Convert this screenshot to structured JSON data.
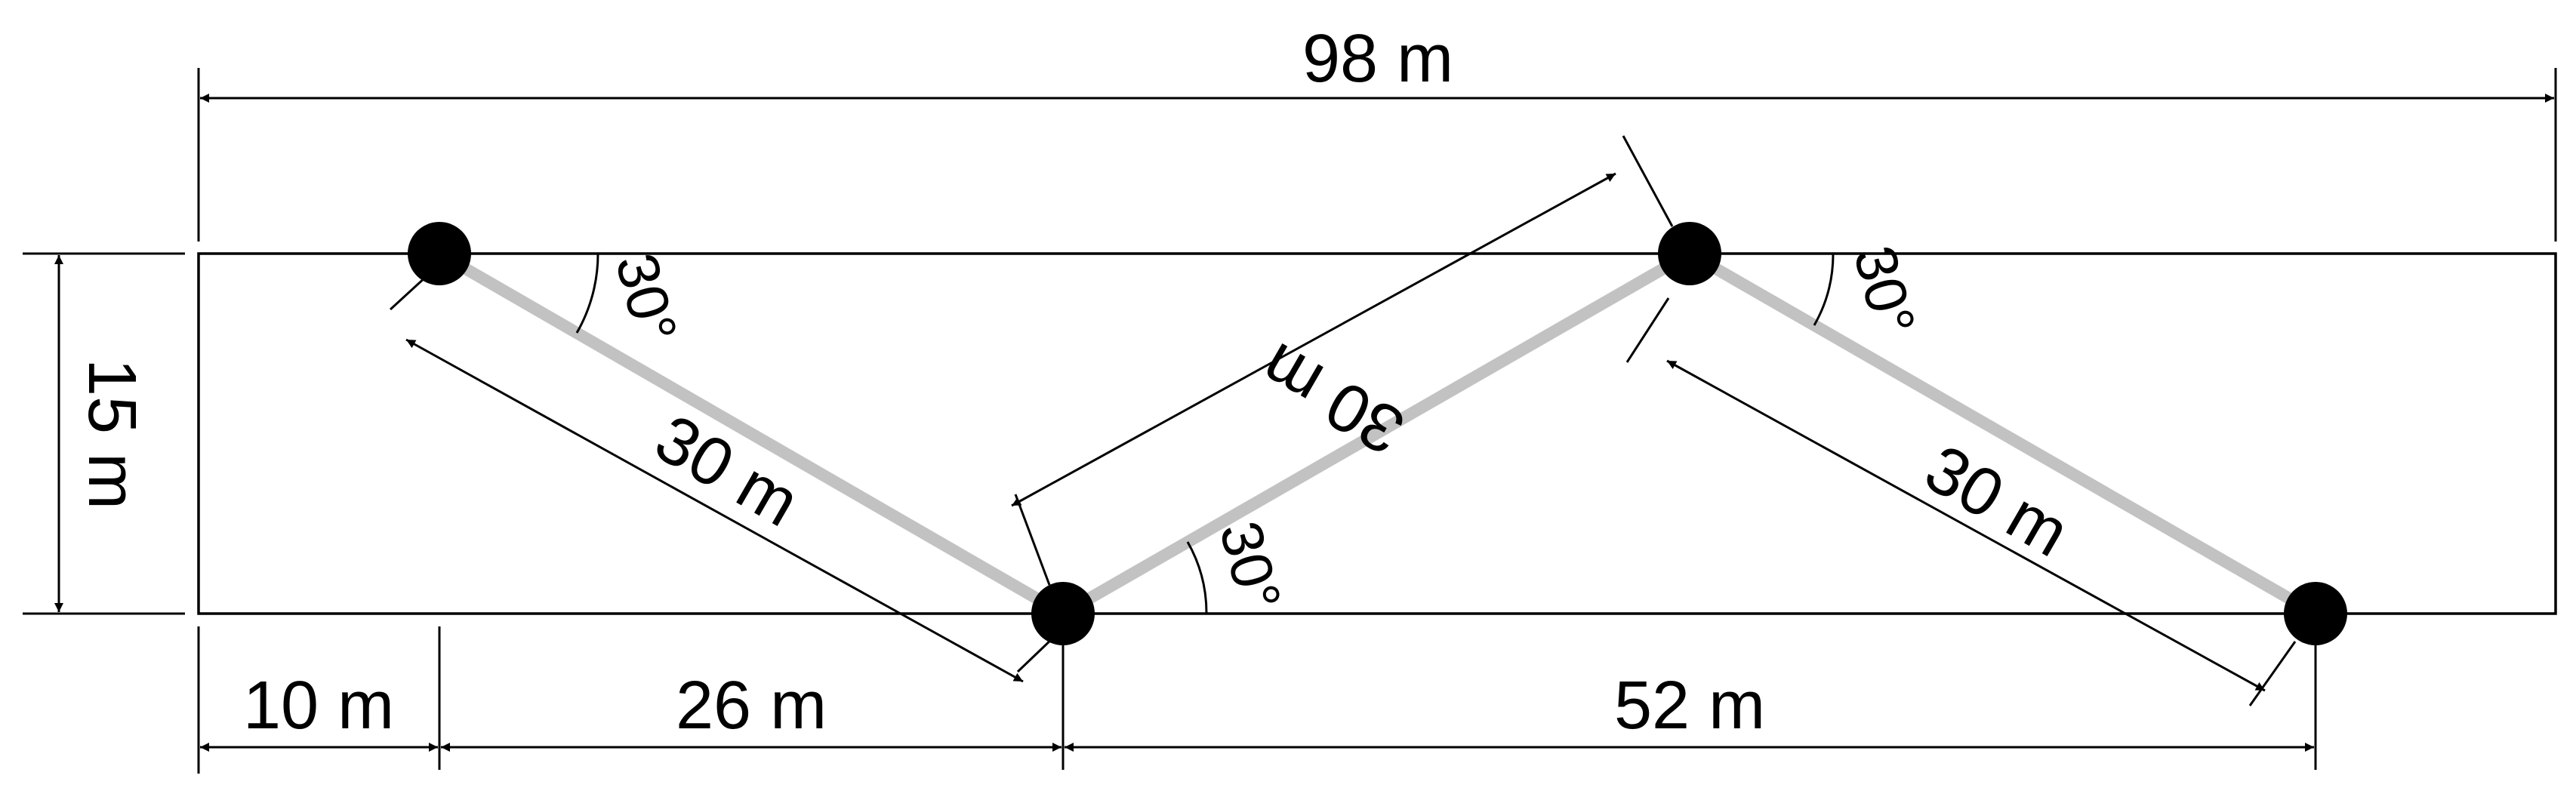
{
  "diagram": {
    "dimensions": {
      "overall_length": "98 m",
      "height": "15 m",
      "left_offset": "10 m",
      "segment_1": "26 m",
      "segment_2": "52 m",
      "member_1": "30 m",
      "member_2": "30 m",
      "member_3": "30 m"
    },
    "angles": {
      "angle_1": "30°",
      "angle_2": "30°",
      "angle_3": "30°"
    },
    "colors": {
      "member": "#c2c2c2",
      "lines": "#000000"
    }
  }
}
